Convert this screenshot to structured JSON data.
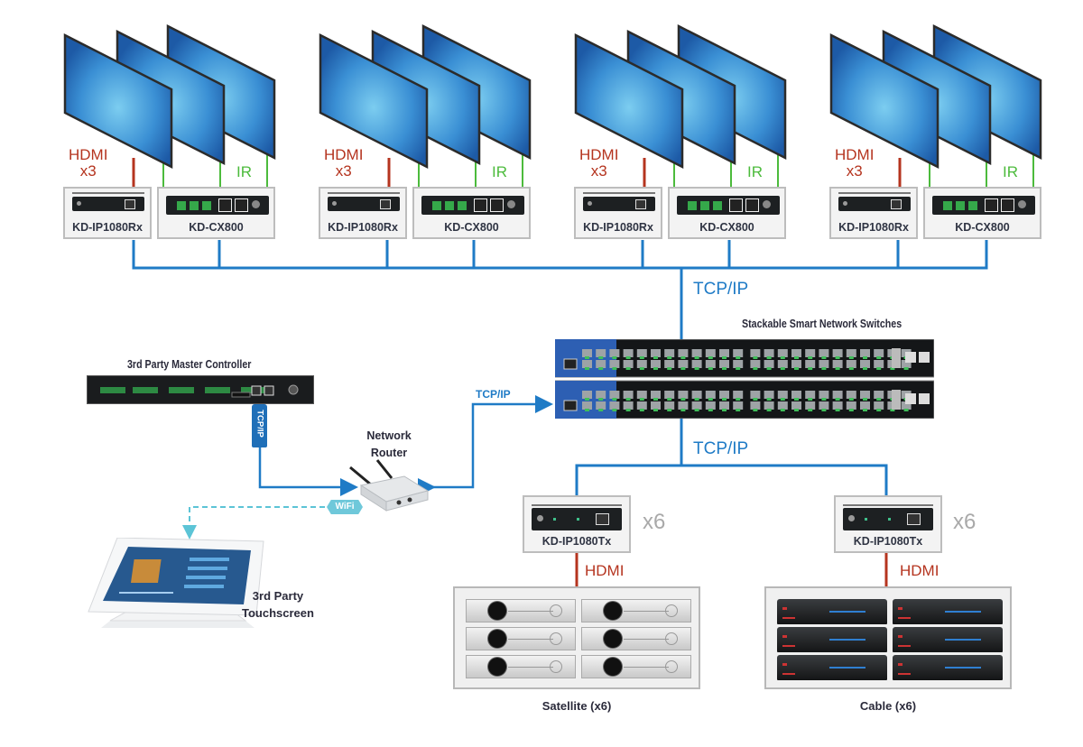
{
  "diagram": {
    "type": "av-over-ip-system",
    "colors": {
      "tcp_ip_link": "#1f7bc6",
      "hdmi_link": "#b5341f",
      "ir_link": "#4cbb3c",
      "wifi_link": "#5cc4d6"
    },
    "display_groups": [
      {
        "hdmi_label": "HDMI",
        "hdmi_count": "x3",
        "ir_label": "IR",
        "receiver": "KD-IP1080Rx",
        "controller": "KD-CX800"
      },
      {
        "hdmi_label": "HDMI",
        "hdmi_count": "x3",
        "ir_label": "IR",
        "receiver": "KD-IP1080Rx",
        "controller": "KD-CX800"
      },
      {
        "hdmi_label": "HDMI",
        "hdmi_count": "x3",
        "ir_label": "IR",
        "receiver": "KD-IP1080Rx",
        "controller": "KD-CX800"
      },
      {
        "hdmi_label": "HDMI",
        "hdmi_count": "x3",
        "ir_label": "IR",
        "receiver": "KD-IP1080Rx",
        "controller": "KD-CX800"
      }
    ],
    "tcp_top": "TCP/IP",
    "switch_caption": "Stackable Smart Network Switches",
    "tcp_left": "TCP/IP",
    "tcp_bottom": "TCP/IP",
    "master_controller": {
      "caption": "3rd Party Master Controller",
      "link_tag": "TCP/IP"
    },
    "router": {
      "caption_line1": "Network",
      "caption_line2": "Router"
    },
    "wifi_tag": "WiFi",
    "touchscreen": {
      "caption_line1": "3rd Party",
      "caption_line2": "Touchscreen"
    },
    "sources": [
      {
        "transmitter": "KD-IP1080Tx",
        "multiplier": "x6",
        "hdmi_label": "HDMI",
        "caption": "Satellite (x6)",
        "kind": "satellite"
      },
      {
        "transmitter": "KD-IP1080Tx",
        "multiplier": "x6",
        "hdmi_label": "HDMI",
        "caption": "Cable (x6)",
        "kind": "cable"
      }
    ]
  }
}
